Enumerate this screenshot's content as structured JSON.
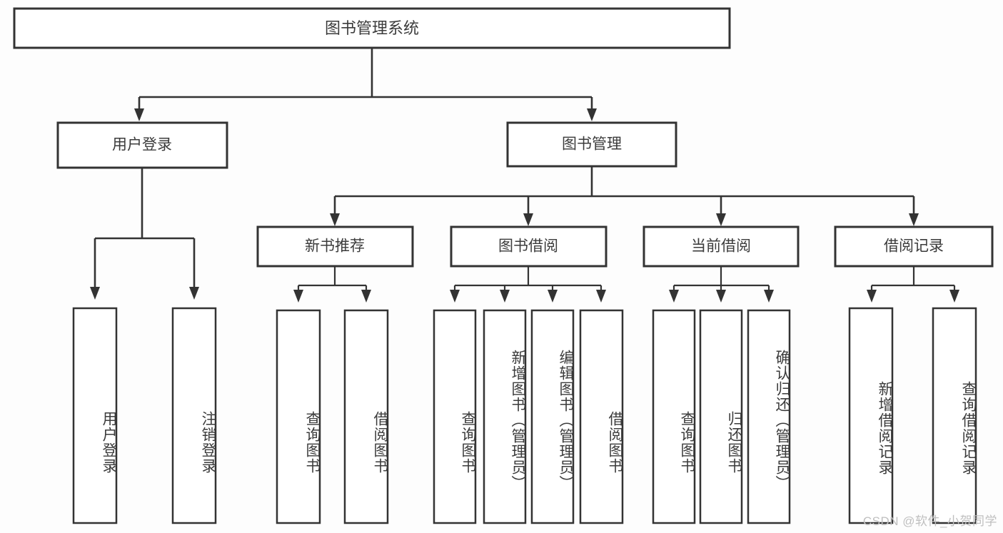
{
  "diagram": {
    "title": "图书管理系统",
    "type": "tree-hierarchy-chart",
    "root": {
      "label": "图书管理系统"
    },
    "level2": [
      {
        "label": "用户登录"
      },
      {
        "label": "图书管理"
      }
    ],
    "level3": [
      {
        "label": "新书推荐"
      },
      {
        "label": "图书借阅"
      },
      {
        "label": "当前借阅"
      },
      {
        "label": "借阅记录"
      }
    ],
    "leaves": {
      "user_login": [
        {
          "label": "用户登录"
        },
        {
          "label": "注销登录"
        }
      ],
      "new_book_recommend": [
        {
          "label": "查询图书"
        },
        {
          "label": "借阅图书"
        }
      ],
      "book_borrow": [
        {
          "label": "查询图书"
        },
        {
          "label": "新增图书（管理员）"
        },
        {
          "label": "编辑图书（管理员）"
        },
        {
          "label": "借阅图书"
        }
      ],
      "current_borrow": [
        {
          "label": "查询图书"
        },
        {
          "label": "归还图书"
        },
        {
          "label": "确认归还（管理员）"
        }
      ],
      "borrow_record": [
        {
          "label": "新增借阅记录"
        },
        {
          "label": "查询借阅记录"
        }
      ]
    }
  },
  "watermark": {
    "text": "CSDN @软件_小贺同学"
  },
  "colors": {
    "box_stroke": "#333333",
    "box_fill": "#ffffff",
    "text": "#3b3b3b",
    "background": "#fdfdfd",
    "watermark": "#bfbfbf"
  }
}
